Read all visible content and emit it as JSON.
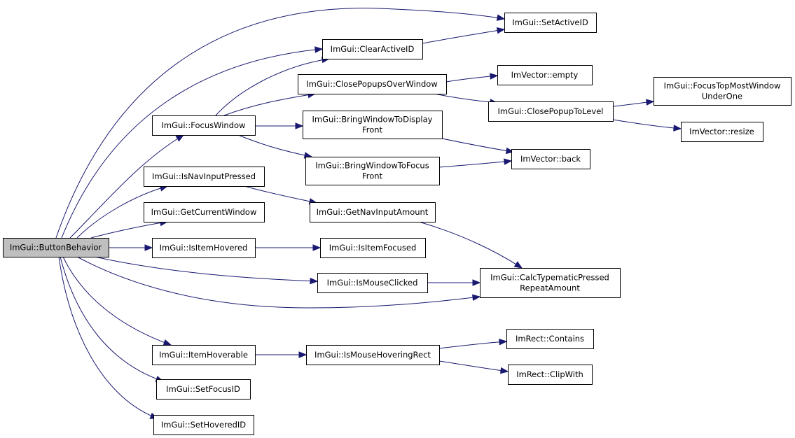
{
  "graph": {
    "root": "button-behavior",
    "nodes": [
      {
        "id": "button-behavior",
        "label": [
          "ImGui::ButtonBehavior"
        ],
        "is_root": true
      },
      {
        "id": "set-active-id",
        "label": [
          "ImGui::SetActiveID"
        ]
      },
      {
        "id": "clear-active-id",
        "label": [
          "ImGui::ClearActiveID"
        ]
      },
      {
        "id": "close-popups-over-window",
        "label": [
          "ImGui::ClosePopupsOverWindow"
        ]
      },
      {
        "id": "imvector-empty",
        "label": [
          "ImVector::empty"
        ]
      },
      {
        "id": "focus-top-most-window",
        "label": [
          "ImGui::FocusTopMostWindow",
          "UnderOne"
        ]
      },
      {
        "id": "close-popup-to-level",
        "label": [
          "ImGui::ClosePopupToLevel"
        ]
      },
      {
        "id": "focus-window",
        "label": [
          "ImGui::FocusWindow"
        ]
      },
      {
        "id": "bring-window-to-display-front",
        "label": [
          "ImGui::BringWindowToDisplay",
          "Front"
        ]
      },
      {
        "id": "imvector-resize",
        "label": [
          "ImVector::resize"
        ]
      },
      {
        "id": "imvector-back",
        "label": [
          "ImVector::back"
        ]
      },
      {
        "id": "bring-window-to-focus-front",
        "label": [
          "ImGui::BringWindowToFocus",
          "Front"
        ]
      },
      {
        "id": "is-nav-input-pressed",
        "label": [
          "ImGui::IsNavInputPressed"
        ]
      },
      {
        "id": "get-nav-input-amount",
        "label": [
          "ImGui::GetNavInputAmount"
        ]
      },
      {
        "id": "get-current-window",
        "label": [
          "ImGui::GetCurrentWindow"
        ]
      },
      {
        "id": "is-item-hovered",
        "label": [
          "ImGui::IsItemHovered"
        ]
      },
      {
        "id": "is-item-focused",
        "label": [
          "ImGui::IsItemFocused"
        ]
      },
      {
        "id": "calc-typematic",
        "label": [
          "ImGui::CalcTypematicPressed",
          "RepeatAmount"
        ]
      },
      {
        "id": "is-mouse-clicked",
        "label": [
          "ImGui::IsMouseClicked"
        ]
      },
      {
        "id": "imrect-contains",
        "label": [
          "ImRect::Contains"
        ]
      },
      {
        "id": "item-hoverable",
        "label": [
          "ImGui::ItemHoverable"
        ]
      },
      {
        "id": "is-mouse-hovering-rect",
        "label": [
          "ImGui::IsMouseHoveringRect"
        ]
      },
      {
        "id": "imrect-clipwith",
        "label": [
          "ImRect::ClipWith"
        ]
      },
      {
        "id": "set-focus-id",
        "label": [
          "ImGui::SetFocusID"
        ]
      },
      {
        "id": "set-hovered-id",
        "label": [
          "ImGui::SetHoveredID"
        ]
      }
    ],
    "edges": [
      {
        "from": "button-behavior",
        "to": "set-active-id"
      },
      {
        "from": "button-behavior",
        "to": "clear-active-id"
      },
      {
        "from": "button-behavior",
        "to": "focus-window"
      },
      {
        "from": "button-behavior",
        "to": "is-nav-input-pressed"
      },
      {
        "from": "button-behavior",
        "to": "get-current-window"
      },
      {
        "from": "button-behavior",
        "to": "is-item-hovered"
      },
      {
        "from": "button-behavior",
        "to": "is-mouse-clicked"
      },
      {
        "from": "button-behavior",
        "to": "calc-typematic"
      },
      {
        "from": "button-behavior",
        "to": "item-hoverable"
      },
      {
        "from": "button-behavior",
        "to": "set-focus-id"
      },
      {
        "from": "button-behavior",
        "to": "set-hovered-id"
      },
      {
        "from": "clear-active-id",
        "to": "set-active-id"
      },
      {
        "from": "focus-window",
        "to": "clear-active-id"
      },
      {
        "from": "focus-window",
        "to": "close-popups-over-window"
      },
      {
        "from": "focus-window",
        "to": "bring-window-to-display-front"
      },
      {
        "from": "focus-window",
        "to": "bring-window-to-focus-front"
      },
      {
        "from": "close-popups-over-window",
        "to": "imvector-empty"
      },
      {
        "from": "close-popups-over-window",
        "to": "close-popup-to-level"
      },
      {
        "from": "close-popup-to-level",
        "to": "focus-top-most-window"
      },
      {
        "from": "close-popup-to-level",
        "to": "imvector-resize"
      },
      {
        "from": "bring-window-to-display-front",
        "to": "imvector-back"
      },
      {
        "from": "bring-window-to-focus-front",
        "to": "imvector-back"
      },
      {
        "from": "is-nav-input-pressed",
        "to": "get-nav-input-amount"
      },
      {
        "from": "get-nav-input-amount",
        "to": "calc-typematic"
      },
      {
        "from": "is-item-hovered",
        "to": "is-item-focused"
      },
      {
        "from": "is-mouse-clicked",
        "to": "calc-typematic"
      },
      {
        "from": "item-hoverable",
        "to": "is-mouse-hovering-rect"
      },
      {
        "from": "is-mouse-hovering-rect",
        "to": "imrect-contains"
      },
      {
        "from": "is-mouse-hovering-rect",
        "to": "imrect-clipwith"
      }
    ],
    "colors": {
      "edge": "#191970",
      "node_border": "#000000",
      "node_fill": "#ffffff",
      "root_fill": "#bfbfbf",
      "text": "#000000"
    }
  }
}
